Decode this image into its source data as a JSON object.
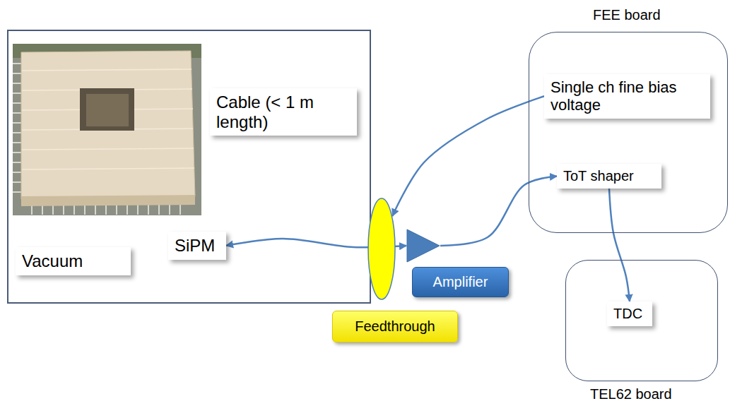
{
  "diagram": {
    "nodes": [
      {
        "text": [
          "Vacuum"
        ]
      },
      {
        "text": [
          "Cable (< 1 m length)"
        ],
        "in": 0
      },
      {
        "text": [
          "SiPM"
        ],
        "in": 0
      },
      {
        "text": [
          "Feedthrough"
        ]
      },
      {
        "text": [
          "Amplifier"
        ]
      },
      {
        "text": [
          "FEE board"
        ]
      },
      {
        "text": [
          "Single ch fine bias voltage"
        ],
        "in": 5
      },
      {
        "text": [
          "ToT shaper"
        ],
        "in": 5
      },
      {
        "text": [
          "TEL62 board"
        ]
      },
      {
        "text": [
          "TDC"
        ],
        "in": 8
      }
    ],
    "edges": [
      {
        "from": 2,
        "to": 4,
        "arrow": "both"
      },
      {
        "from": 6,
        "to": 3,
        "arrow": "to"
      },
      {
        "from": 4,
        "to": 7,
        "arrow": "to"
      },
      {
        "from": 7,
        "to": 9,
        "arrow": "to"
      }
    ]
  }
}
